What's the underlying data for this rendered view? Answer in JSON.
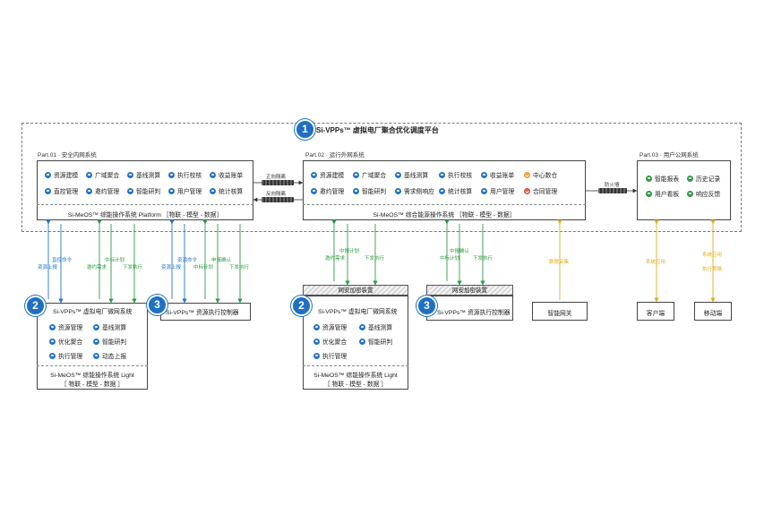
{
  "platform": {
    "badge": "1",
    "title": "Si-VPPs™ 虚拟电厂聚合优化调度平台"
  },
  "part1": {
    "label": "Part.01 · 安全内网系统",
    "items": [
      "资源建模",
      "广域聚合",
      "基线测算",
      "执行校核",
      "收益账单",
      "直控管理",
      "邀约管理",
      "智能研判",
      "用户管理",
      "统计核算"
    ],
    "footer": "Si-MeOS™ 综能操作系统 Platform ［物联 - 模型 - 数据］"
  },
  "isolation": {
    "forward": "正向隔离",
    "reverse": "反向隔离"
  },
  "part2": {
    "label": "Part.02 · 运行外网系统",
    "items": [
      "资源建模",
      "广域聚合",
      "基线测算",
      "执行校核",
      "收益账单",
      "中心数仓",
      "邀约管理",
      "智能研判",
      "需求侧响应",
      "统计核算",
      "用户管理",
      "合同管理"
    ],
    "footer": "Si-MeOS™ 综合能源操作系统 ［物联 - 模型 - 数据］"
  },
  "firewall": "防火墙",
  "part3": {
    "label": "Part.03 · 用户公网系统",
    "items": [
      "智能报表",
      "历史记录",
      "用户看板",
      "响应反馈"
    ]
  },
  "left_arrows": {
    "a1": "直控命令",
    "a2": "资源上报",
    "a3": "中标计划",
    "a4": "邀约需求",
    "a5": "下发执行",
    "b1": "资源命令",
    "b2": "资源上报",
    "b3": "中标计划",
    "b4": "申报确认",
    "b5": "下发执行"
  },
  "mid_arrows": {
    "c1": "中报计划",
    "c2": "邀约需求",
    "c3": "下发执行",
    "d1": "中报确认",
    "d2": "中标计划",
    "d3": "下发执行",
    "e1": "数据采集",
    "f1": "系统应用",
    "g1": "系统应用",
    "g2": "-",
    "g3": "执行策略"
  },
  "left_micro": {
    "badge": "2",
    "title": "Si-VPPs™ 虚拟电厂微网系统",
    "items": [
      "资源管理",
      "基线测算",
      "优化聚合",
      "智能研判",
      "执行管理",
      "动态上报"
    ],
    "footer1": "Si-MeOS™ 综能操作系统 Light",
    "footer2": "［ 物联 - 模型 - 数据 ］"
  },
  "left_ctrl": {
    "badge": "3",
    "title": "Si-VPPs™ 资源执行控制器"
  },
  "mid_micro": {
    "badge": "2",
    "hatch": "网安加密装置",
    "title": "Si-VPPs™ 虚拟电厂微网系统",
    "items": [
      "资源管理",
      "基线测算",
      "优化聚合",
      "智能研判",
      "执行管理"
    ],
    "footer1": "Si-MeOS™ 综能操作系统 Light",
    "footer2": "［ 物联 - 模型 - 数据 ］"
  },
  "mid_ctrl": {
    "badge": "3",
    "hatch": "网安加密装置",
    "title": "Si-VPPs™ 资源执行控制器"
  },
  "gateway": "智能网关",
  "client": "客户端",
  "mobile": "移动端",
  "colors": {
    "blue": "#2474c9",
    "green": "#2f9a45",
    "yellow": "#e0b020"
  }
}
